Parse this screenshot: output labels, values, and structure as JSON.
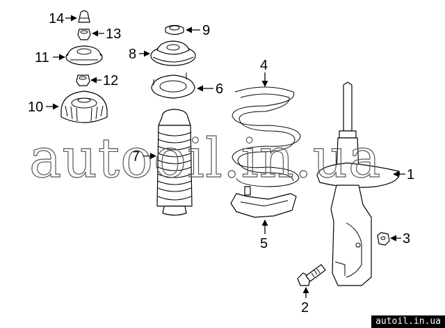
{
  "callouts": {
    "c1": "1",
    "c2": "2",
    "c3": "3",
    "c4": "4",
    "c5": "5",
    "c6": "6",
    "c7": "7",
    "c8": "8",
    "c9": "9",
    "c10": "10",
    "c11": "11",
    "c12": "12",
    "c13": "13",
    "c14": "14"
  },
  "watermark": {
    "main_text": "autooil.in.ua",
    "corner_tag": "autoil.in.ua"
  }
}
